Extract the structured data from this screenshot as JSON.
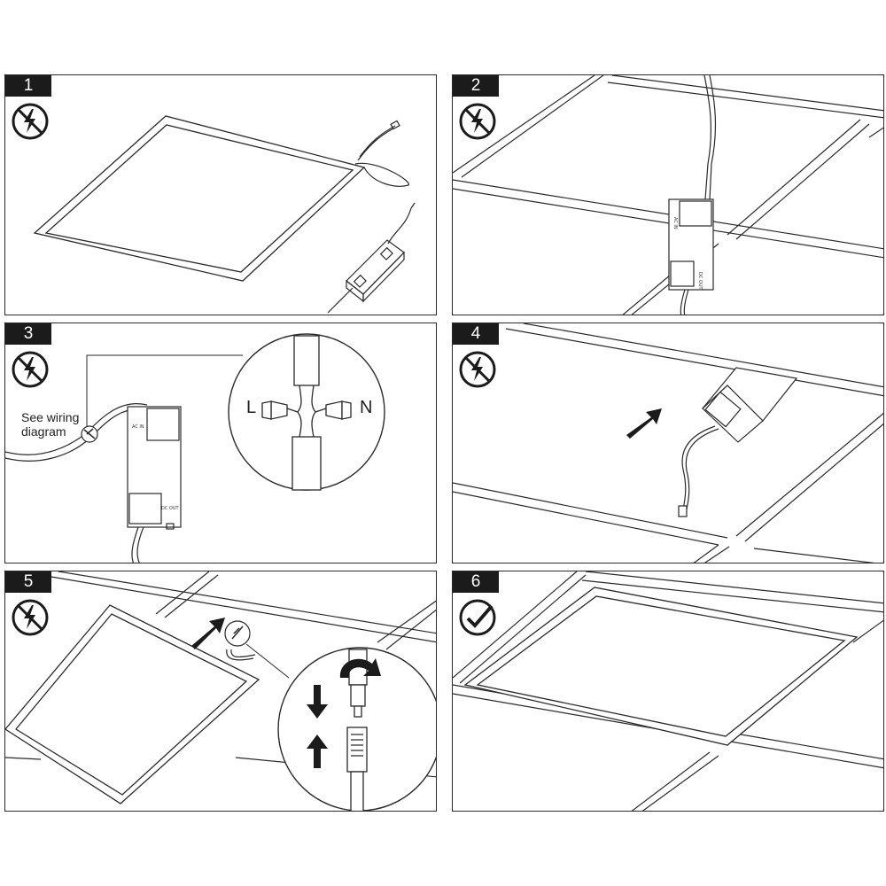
{
  "steps": [
    {
      "number": "1",
      "status": "no-power",
      "icon": "no-electricity-icon"
    },
    {
      "number": "2",
      "status": "no-power",
      "icon": "no-electricity-icon"
    },
    {
      "number": "3",
      "status": "no-power",
      "icon": "no-electricity-icon"
    },
    {
      "number": "4",
      "status": "no-power",
      "icon": "no-electricity-icon"
    },
    {
      "number": "5",
      "status": "no-power",
      "icon": "no-electricity-icon"
    },
    {
      "number": "6",
      "status": "done",
      "icon": "checkmark-icon"
    }
  ],
  "wiring_note": "See wiring diagram",
  "wire_labels": {
    "live": "L",
    "neutral": "N"
  },
  "driver_labels": {
    "input": "AC IN",
    "output": "DC OUT"
  }
}
